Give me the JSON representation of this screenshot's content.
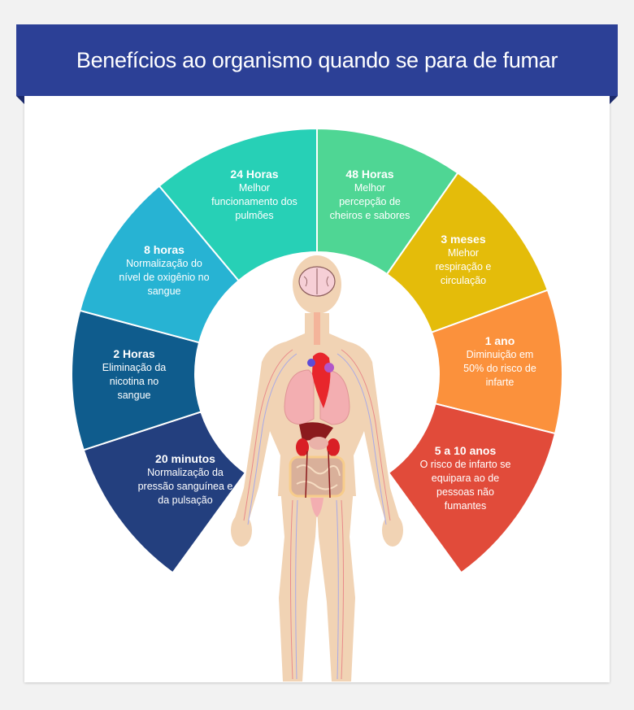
{
  "header": {
    "title": "Benefícios ao organismo quando se para de fumar",
    "color": "#2c4096"
  },
  "center_illustration": "human-body-anatomy-organs",
  "segments": [
    {
      "time": "20 minutos",
      "desc": [
        "Normalização da",
        "pressão sanguínea e",
        "da pulsação"
      ],
      "color": "#233f7e"
    },
    {
      "time": "2 Horas",
      "desc": [
        "Eliminação da",
        "nicotina no",
        "sangue"
      ],
      "color": "#0f5c8d"
    },
    {
      "time": "8 horas",
      "desc": [
        "Normalização do",
        "nível de oxigênio no",
        "sangue"
      ],
      "color": "#27b3d3"
    },
    {
      "time": "24 Horas",
      "desc": [
        "Melhor",
        "funcionamento dos",
        "pulmões"
      ],
      "color": "#27d0b6"
    },
    {
      "time": "48 Horas",
      "desc": [
        "Melhor",
        "percepção de",
        "cheiros e sabores"
      ],
      "color": "#4fd694"
    },
    {
      "time": "3 meses",
      "desc": [
        "Mlehor",
        "respiração e",
        "circulação"
      ],
      "color": "#e4bc0a"
    },
    {
      "time": "1 ano",
      "desc": [
        "Diminuição em",
        "50% do risco de",
        "infarte"
      ],
      "color": "#fb913c"
    },
    {
      "time": "5 a 10 anos",
      "desc": [
        "O risco de infarto se",
        "equipara ao de",
        "pessoas não",
        "fumantes"
      ],
      "color": "#e14b3a"
    }
  ]
}
